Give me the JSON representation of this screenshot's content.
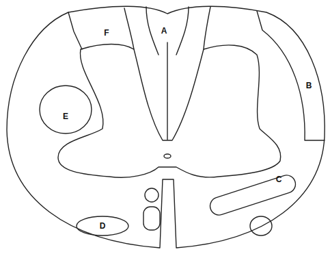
{
  "diagram": {
    "labels": [
      "F",
      "A",
      "B",
      "E",
      "C",
      "D"
    ]
  }
}
